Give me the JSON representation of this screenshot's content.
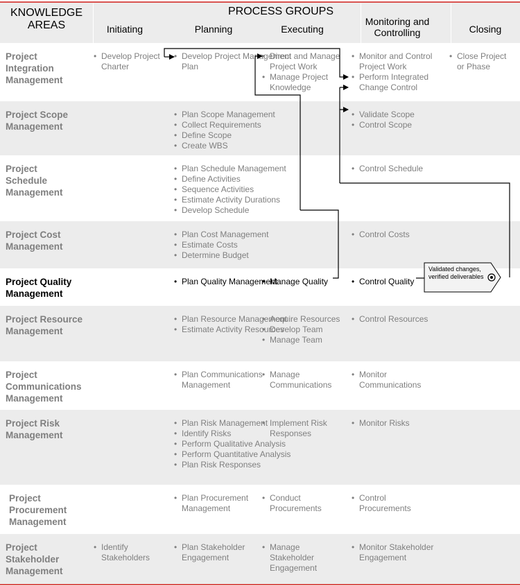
{
  "header": {
    "knowledge_areas": [
      "KNOWLEDGE",
      "AREAS"
    ],
    "process_groups": "PROCESS GROUPS",
    "columns": {
      "initiating": [
        "Initiating"
      ],
      "planning": [
        "Planning"
      ],
      "executing": [
        "Executing"
      ],
      "monitoring": [
        "Monitoring and",
        "Controlling"
      ],
      "closing": [
        "Closing"
      ]
    }
  },
  "rows": [
    {
      "name": [
        "Project",
        "Integration",
        "Management"
      ],
      "initiating": [
        "Develop Project Charter"
      ],
      "planning": [
        "Develop Project Management Plan"
      ],
      "executing": [
        "Direct and Manage Project Work",
        "Manage Project Knowledge"
      ],
      "monitoring": [
        "Monitor and Control Project Work",
        "Perform Integrated Change Control"
      ],
      "closing": [
        "Close Project or Phase"
      ]
    },
    {
      "name": [
        "Project Scope",
        "Management"
      ],
      "planning": [
        "Plan Scope Management",
        "Collect Requirements",
        "Define Scope",
        "Create WBS"
      ],
      "monitoring": [
        "Validate Scope",
        "Control Scope"
      ]
    },
    {
      "name": [
        "Project",
        "Schedule",
        "Management"
      ],
      "planning": [
        "Plan Schedule Management",
        "Define Activities",
        "Sequence Activities",
        "Estimate Activity Durations",
        "Develop Schedule"
      ],
      "monitoring": [
        "Control Schedule"
      ]
    },
    {
      "name": [
        "Project Cost",
        "Management"
      ],
      "planning": [
        "Plan Cost Management",
        "Estimate Costs",
        "Determine Budget"
      ],
      "monitoring": [
        "Control Costs"
      ]
    },
    {
      "name": [
        "Project Quality",
        "Management"
      ],
      "planning": [
        "Plan Quality Management"
      ],
      "executing": [
        "Manage Quality"
      ],
      "monitoring": [
        "Control Quality"
      ]
    },
    {
      "name": [
        "Project Resource",
        "Management"
      ],
      "planning": [
        "Plan Resource Management",
        "Estimate Activity Resources"
      ],
      "executing": [
        "Acquire Resources",
        "Develop Team",
        "Manage Team"
      ],
      "monitoring": [
        "Control Resources"
      ]
    },
    {
      "name": [
        "Project",
        "Communications",
        "Management"
      ],
      "planning": [
        "Plan Communications Management"
      ],
      "executing": [
        "Manage Communications"
      ],
      "monitoring": [
        "Monitor Communications"
      ]
    },
    {
      "name": [
        "Project Risk",
        "Management"
      ],
      "planning": [
        "Plan Risk Management",
        "Identify Risks",
        "Perform Qualitative Analysis",
        "Perform Quantitative Analysis",
        "Plan Risk Responses"
      ],
      "executing": [
        "Implement Risk Responses"
      ],
      "monitoring": [
        "Monitor Risks"
      ]
    },
    {
      "name": [
        "Project",
        "Procurement",
        "Management"
      ],
      "planning": [
        "Plan Procurement Management"
      ],
      "executing": [
        "Conduct Procurements"
      ],
      "monitoring": [
        "Control Procurements"
      ]
    },
    {
      "name": [
        "Project",
        "Stakeholder",
        "Management"
      ],
      "initiating": [
        "Identify Stakeholders"
      ],
      "planning": [
        "Plan Stakeholder Engagement"
      ],
      "executing": [
        "Manage Stakeholder Engagement"
      ],
      "monitoring": [
        "Monitor Stakeholder Engagement"
      ]
    }
  ],
  "tag_label": "Validated changes, verified deliverables",
  "colors": {
    "rule": "#d9534f",
    "shade": "#ececec",
    "muted_text": "#7f7f7f",
    "active_text": "#000000"
  }
}
